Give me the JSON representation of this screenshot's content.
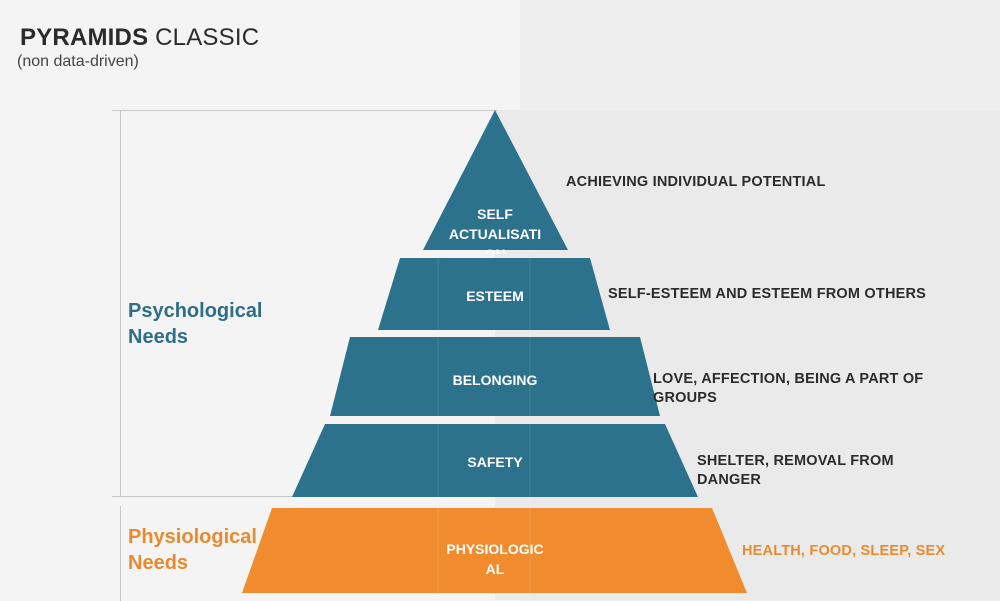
{
  "title": {
    "bold": "PYRAMIDS",
    "rest": " CLASSIC"
  },
  "subtitle": "(non data-driven)",
  "colors": {
    "teal": "#2c728c",
    "orange": "#f08c2e",
    "psych_label": "#2e6e87",
    "physio_label": "#e98a2e"
  },
  "groups": {
    "psychological": {
      "line1": "Psychological",
      "line2": "Needs"
    },
    "physiological": {
      "line1": "Physiological",
      "line2": "Needs"
    }
  },
  "tiers": [
    {
      "label_line1": "SELF",
      "label_line2": "ACTUALISATI",
      "label_line3": "ON",
      "description": "ACHIEVING INDIVIDUAL POTENTIAL",
      "color": "teal"
    },
    {
      "label_line1": "ESTEEM",
      "description": "SELF-ESTEEM AND ESTEEM FROM OTHERS",
      "color": "teal"
    },
    {
      "label_line1": "BELONGING",
      "description_line1": "LOVE, AFFECTION, BEING A PART OF",
      "description_line2": "GROUPS",
      "color": "teal"
    },
    {
      "label_line1": "SAFETY",
      "description_line1": "SHELTER, REMOVAL FROM",
      "description_line2": "DANGER",
      "color": "teal"
    },
    {
      "label_line1": "PHYSIOLOGIC",
      "label_line2": "AL",
      "description": "HEALTH, FOOD, SLEEP, SEX",
      "color": "orange"
    }
  ]
}
